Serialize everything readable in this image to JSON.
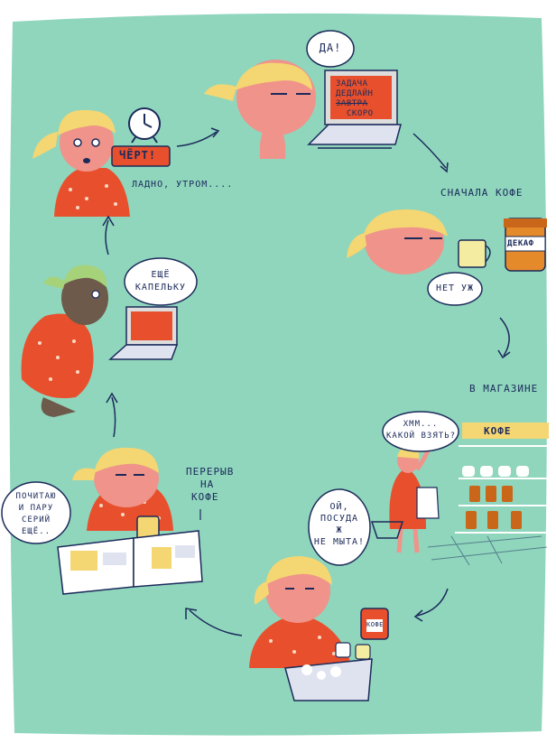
{
  "colors": {
    "background": "#8fd6bd",
    "skin": "#f0938a",
    "hair": "#f4d672",
    "shirt": "#e8502d",
    "ink": "#1c2a5a",
    "screen": "#e8502d",
    "jar": "#e58a2a"
  },
  "panels": {
    "alarm": {
      "exclamation": "ЧЁРТ!",
      "caption": "ЛАДНО, УТРОМ...."
    },
    "laptop_yes": {
      "speech": "ДА!",
      "screen_lines": [
        "ЗАДАЧА",
        "ДЕДЛАЙН"
      ],
      "screen_struck": "ЗАВТРА",
      "screen_last": "СКОРО"
    },
    "coffee": {
      "caption": "СНАЧАЛА КОФЕ",
      "jar_label": "ДЕКАФ",
      "speech": "НЕТ УЖ"
    },
    "store": {
      "caption": "В МАГАЗИНЕ",
      "shelf_sign": "КОФЕ",
      "speech_line1": "ХММ...",
      "speech_line2": "КАКОЙ ВЗЯТЬ?"
    },
    "dishes": {
      "speech_lines": [
        "ОЙ,",
        "ПОСУДА",
        "Ж",
        "НЕ МЫТА!"
      ],
      "jar_label": "КОФЕ"
    },
    "break": {
      "caption_lines": [
        "ПЕРЕРЫВ",
        "НА",
        "КОФЕ"
      ],
      "speech_lines": [
        "ПОЧИТАЮ",
        "И ПАРУ",
        "СЕРИЙ",
        "ЕЩЁ.."
      ]
    },
    "procrastinate": {
      "speech_lines": [
        "ЕЩЁ",
        "КАПЕЛЬКУ"
      ]
    }
  }
}
